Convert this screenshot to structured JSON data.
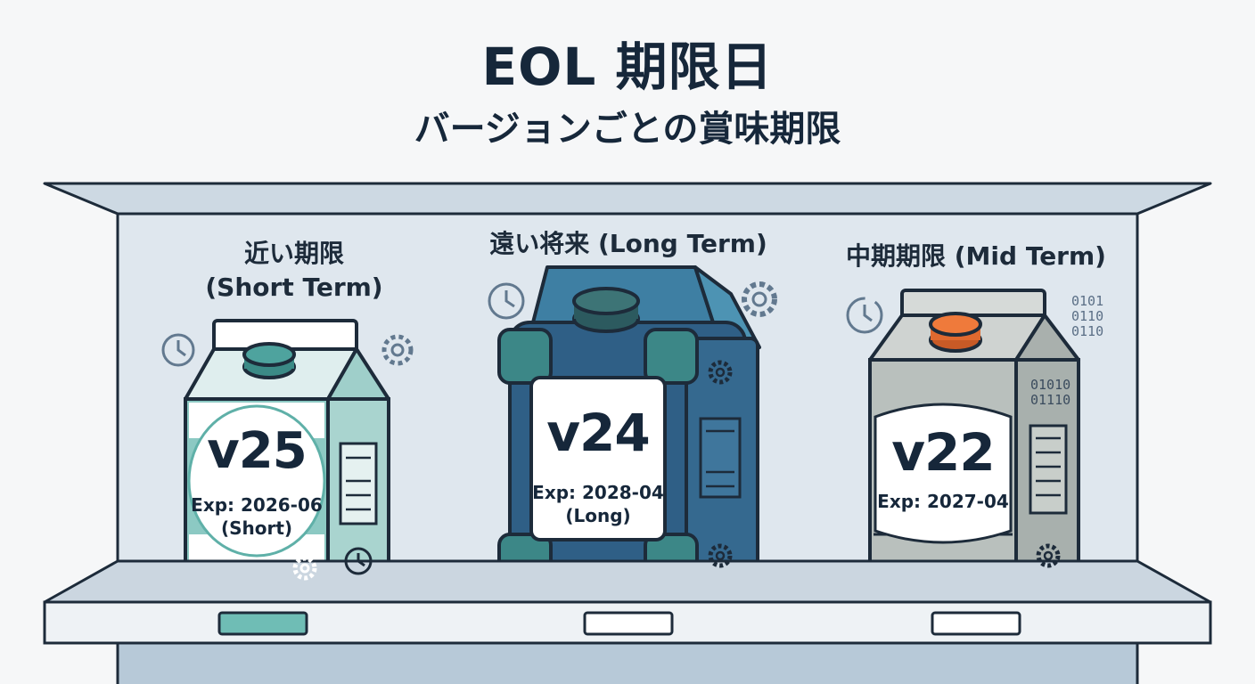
{
  "title": "EOL 期限日",
  "subtitle": "バージョンごとの賞味期限",
  "cartons": [
    {
      "term_label": "近い期限\n(Short Term)",
      "version": "v25",
      "expiry": "Exp: 2026-06\n(Short)",
      "shelf_tag_color": "#6fbdb5"
    },
    {
      "term_label": "遠い将来 (Long Term)",
      "version": "v24",
      "expiry": "Exp: 2028-04\n(Long)",
      "shelf_tag_color": "#ffffff"
    },
    {
      "term_label": "中期期限 (Mid Term)",
      "version": "v22",
      "expiry": "Exp: 2027-04",
      "shelf_tag_color": "#ffffff",
      "binary_top": "0101\n0110\n0110",
      "binary_side": "01010\n01110"
    }
  ],
  "colors": {
    "teal": "#6fbdb5",
    "navy_blue": "#2f5f86",
    "grey": "#b9c0bd",
    "orange_cap": "#e0692f",
    "outline": "#1d2b3a"
  },
  "icons": [
    "clock-icon",
    "gear-icon"
  ]
}
